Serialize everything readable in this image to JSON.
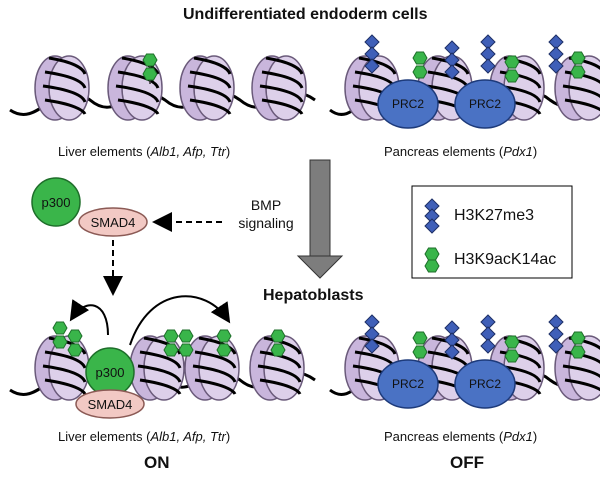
{
  "titles": {
    "top": "Undifferentiated endoderm cells",
    "middle": "Hepatoblasts"
  },
  "captions": {
    "liver_prefix": "Liver elements (",
    "liver_genes": "Alb1, Afp, Ttr",
    "pancreas_prefix": "Pancreas elements (",
    "pancreas_gene": "Pdx1",
    "suffix": ")"
  },
  "signal": {
    "line1": "BMP",
    "line2": "signaling"
  },
  "proteins": {
    "p300": "p300",
    "smad4": "SMAD4",
    "prc2": "PRC2"
  },
  "legend": {
    "h3k27": "H3K27me3",
    "h3k9": "H3K9acK14ac"
  },
  "status": {
    "on": "ON",
    "off": "OFF"
  },
  "colors": {
    "nucleosome": "#c9b6dc",
    "prc2": "#4a72c4",
    "p300": "#3ab54a",
    "smad4": "#f2c9c4",
    "diamond": "#3f5fb8",
    "hexagon": "#39b54a",
    "arrow": "#7d7d7d"
  }
}
